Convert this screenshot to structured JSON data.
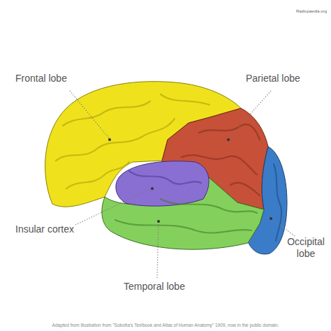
{
  "diagram": {
    "labels": [
      "Frontal lobe",
      "Parietal lobe",
      "Insular cortex",
      "Occipital lobe",
      "Temporal lobe",
      "Adapted from illustration from \"Sobotta's Textbook and Atlas of Human Anatomy\" 1909, now in the public domain.",
      "Radiopaedia.org"
    ]
  }
}
